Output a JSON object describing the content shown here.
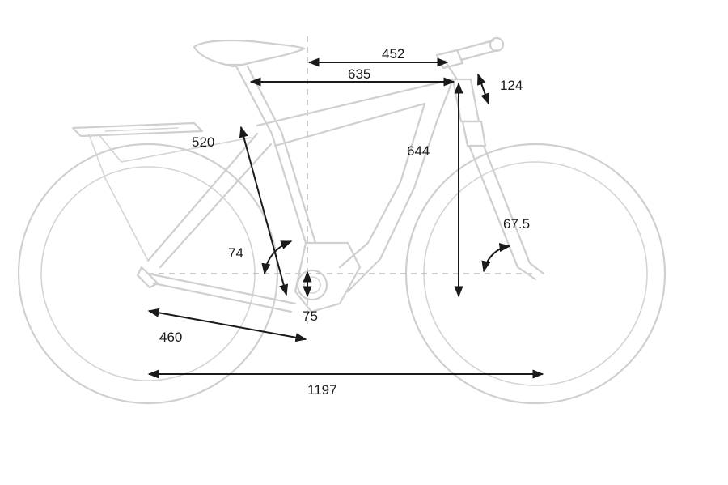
{
  "diagram": {
    "measurements": {
      "reach": "452",
      "top_tube": "635",
      "head_tube": "124",
      "seat_tube": "520",
      "stack": "644",
      "seat_angle": "74",
      "head_angle": "67.5",
      "bb_drop": "75",
      "chainstay": "460",
      "wheelbase": "1197"
    },
    "colors": {
      "frame": "#cfcfcf",
      "dimension": "#1a1a1a",
      "reference": "#b0b0b0"
    }
  }
}
